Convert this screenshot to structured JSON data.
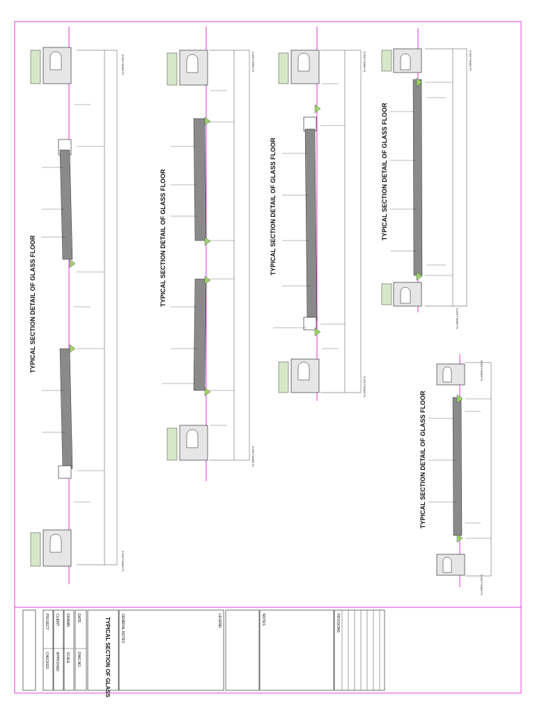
{
  "colors": {
    "border": "#e040e0",
    "axis": "#d400d4",
    "glass": "#8a8a8a",
    "sealant": "#9ed26a",
    "wall": "#e6e6e6",
    "ink": "#111111"
  },
  "elevation_label": "0.000 FINISH FL",
  "details": [
    {
      "title": "TYPICAL SECTION DETAIL OF GLASS FLOOR"
    },
    {
      "title": "TYPICAL SECTION DETAIL OF GLASS FLOOR"
    },
    {
      "title": "TYPICAL SECTION DETAIL OF GLASS FLOOR"
    },
    {
      "title": "TYPICAL SECTION DETAIL OF GLASS FLOOR"
    },
    {
      "title": "TYPICAL SECTION DETAIL OF GLASS FLOOR"
    }
  ],
  "titleblock": {
    "drawing_title": "TYPICAL SECTION OF GLASS",
    "fields": [
      "PROJECT",
      "CLIENT",
      "DRAWN",
      "CHECKED",
      "APPROVED",
      "SCALE",
      "DATE",
      "DWG NO."
    ],
    "notes_label": "GENERAL NOTES",
    "remarks_label": "LEGEND",
    "key_plan_label": "NOTES",
    "revision_label": "REVISIONS"
  }
}
